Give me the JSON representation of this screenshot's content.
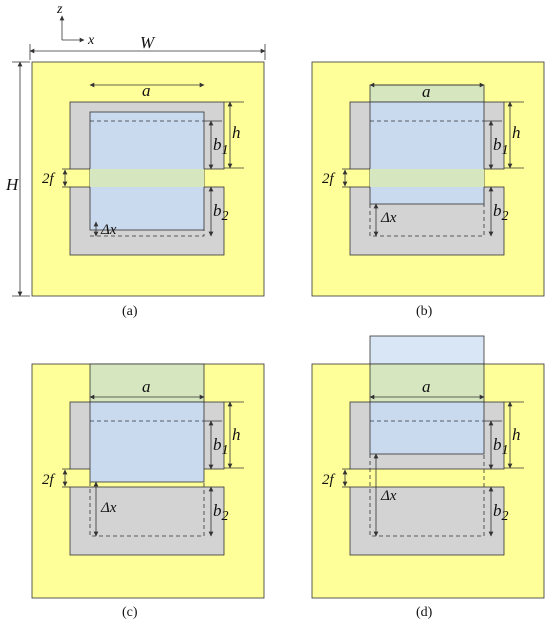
{
  "axes": {
    "z": "z",
    "x": "x"
  },
  "dims": {
    "W": "W",
    "H": "H"
  },
  "symbols": {
    "a": "a",
    "h": "h",
    "b": "b",
    "sub1": "1",
    "sub2": "2",
    "twof": "2f",
    "dx": "Δx"
  },
  "panels": [
    {
      "caption": "(a)"
    },
    {
      "caption": "(b)"
    },
    {
      "caption": "(c)"
    },
    {
      "caption": "(d)"
    }
  ],
  "colors": {
    "aperture": "#ffff99",
    "plate": "#d3d3d3",
    "mover": "#c9d9ee",
    "overlap": "#d6e7bf",
    "stroke": "#333333"
  }
}
